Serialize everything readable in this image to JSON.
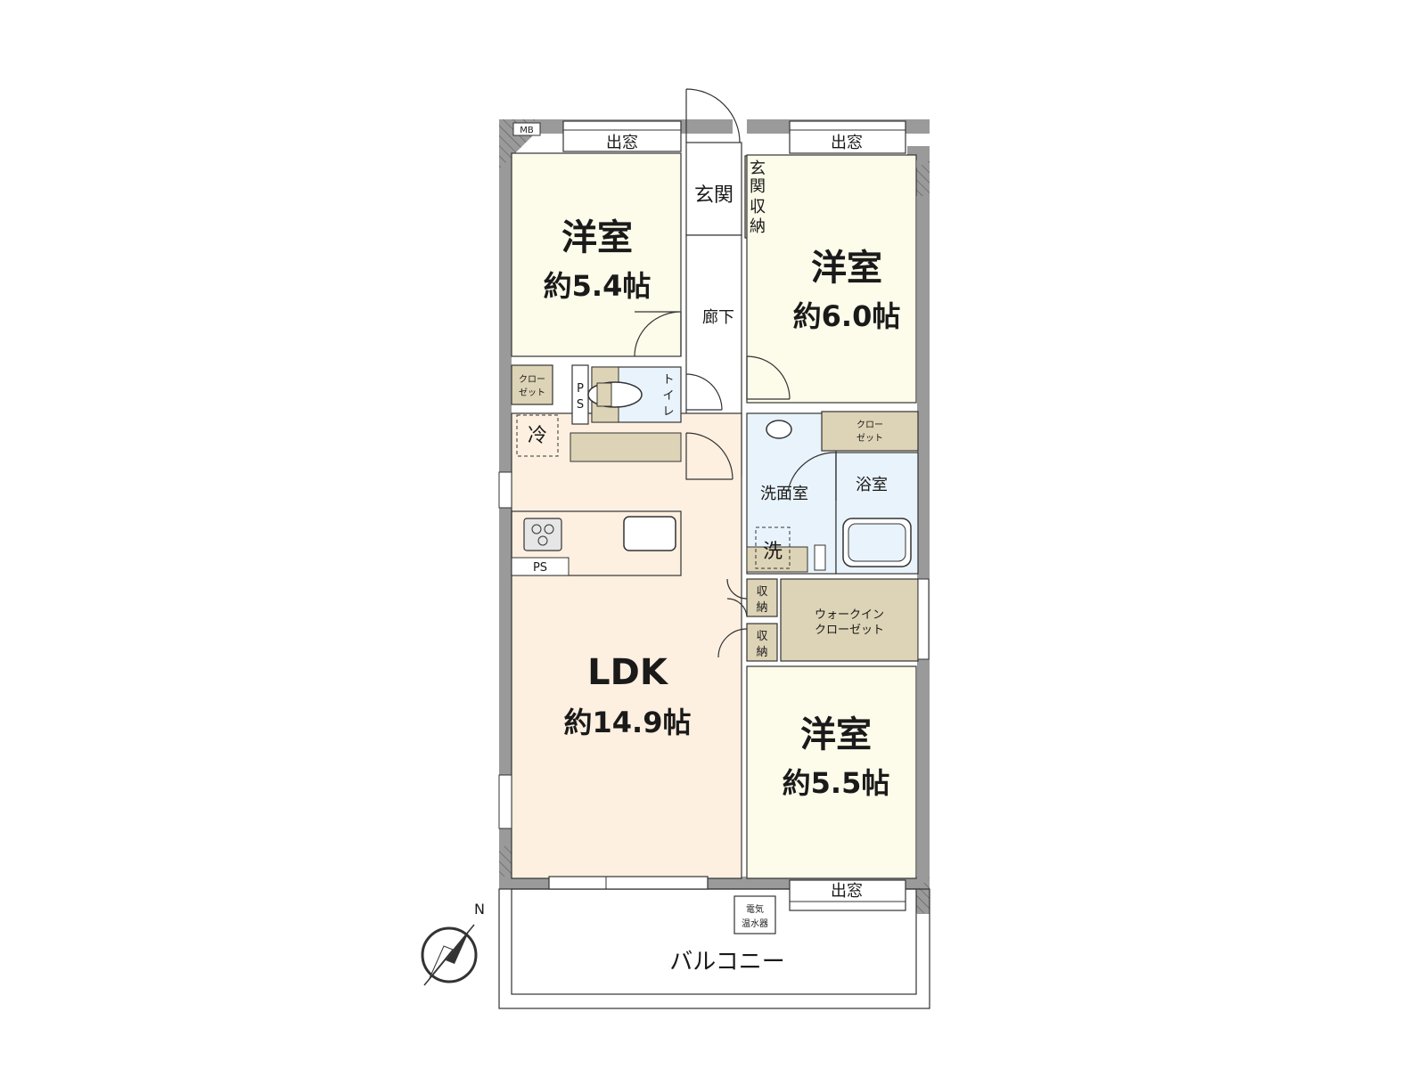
{
  "rooms": {
    "western_nw": {
      "name": "洋室",
      "size": "約5.4帖"
    },
    "western_ne": {
      "name": "洋室",
      "size": "約6.0帖"
    },
    "western_se": {
      "name": "洋室",
      "size": "約5.5帖"
    },
    "ldk": {
      "name": "LDK",
      "size": "約14.9帖"
    }
  },
  "labels": {
    "entrance": "玄関",
    "entrance_storage": [
      "玄",
      "関",
      "収",
      "納"
    ],
    "hallway": "廊下",
    "toilet": [
      "ト",
      "イ",
      "レ"
    ],
    "ps_vertical": [
      "P",
      "S"
    ],
    "ps_horizontal": "PS",
    "closet_nw": [
      "クロー",
      "ゼット"
    ],
    "closet_bath": [
      "クロー",
      "ゼット"
    ],
    "fridge": "冷",
    "washroom": "洗面室",
    "bath": "浴室",
    "washer": "洗",
    "storage_1": [
      "収",
      "納"
    ],
    "storage_2": [
      "収",
      "納"
    ],
    "walk_in_closet": [
      "ウォークイン",
      "クローゼット"
    ],
    "bay_window_1": "出窓",
    "bay_window_2": "出窓",
    "bay_window_3": "出窓",
    "mb": "MB",
    "water_heater": [
      "電気",
      "温水器"
    ],
    "balcony": "バルコニー",
    "north": "N"
  },
  "colors": {
    "wall": "#9a9a9a",
    "western_room": "#fdfbea",
    "ldk": "#fdf0e0",
    "storage": "#ddd3b6",
    "wet_area": "#e9f3fb",
    "hall": "#ffffff",
    "line": "#333333"
  }
}
